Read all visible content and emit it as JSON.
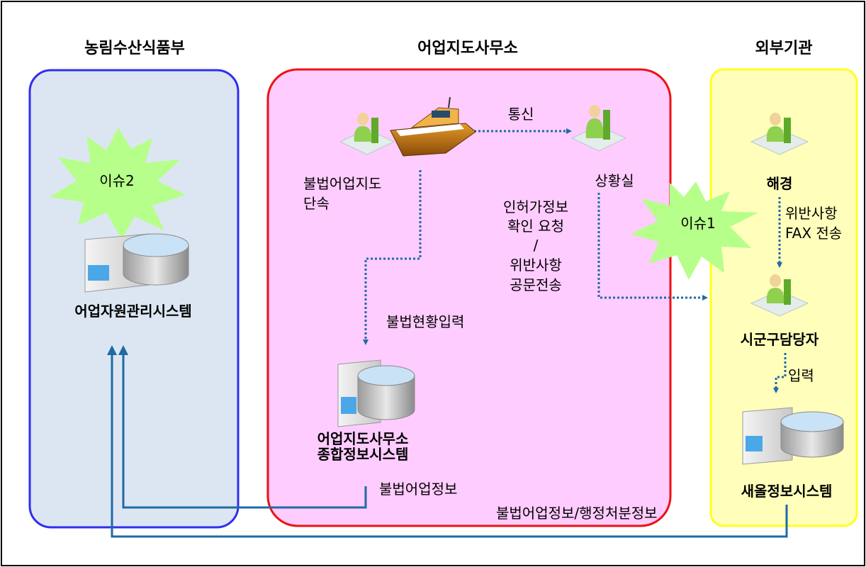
{
  "headers": {
    "ministry": "농림수산식품부",
    "office": "어업지도사무소",
    "external": "외부기관"
  },
  "bursts": {
    "issue1": "이슈1",
    "issue2": "이슈2"
  },
  "nodes": {
    "crackdown_line1": "불법어업지도",
    "crackdown_line2": "단속",
    "situation_room": "상황실",
    "coast_guard": "해경",
    "local_official": "시군구담당자",
    "fishery_resource_system": "어업자원관리시스템",
    "office_system_line1": "어업지도사무소",
    "office_system_line2": "종합정보시스템",
    "saeol_system": "새올정보시스템"
  },
  "edges": {
    "communication": "통신",
    "request_line1": "인허가정보",
    "request_line2": "확인 요청",
    "request_line3": "/",
    "request_line4": "위반사항",
    "request_line5": "공문전송",
    "illegal_status_input": "불법현황입력",
    "violation_fax_line1": "위반사항",
    "violation_fax_line2": "FAX 전송",
    "input": "입력",
    "illegal_fishing_info": "불법어업정보",
    "illegal_admin_info": "불법어업정보/행정처분정보"
  },
  "colors": {
    "ministry_border": "#2e2ef0",
    "ministry_fill": "#dce6f2",
    "office_border": "#ee1111",
    "office_fill": "#ffccff",
    "external_border": "#ffff22",
    "external_fill": "#ffffbb",
    "arrow": "#1f6aa5",
    "burst": "#b6ff8a"
  }
}
